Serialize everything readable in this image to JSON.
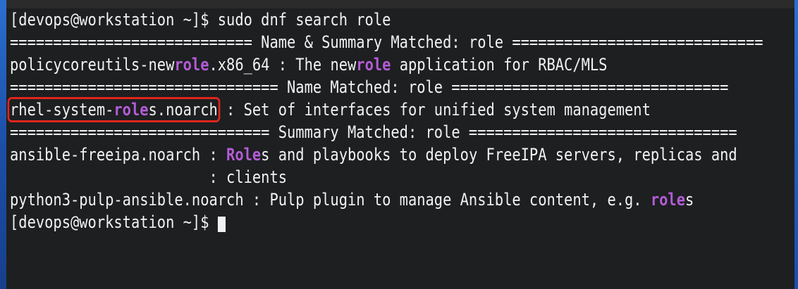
{
  "terminal": {
    "prompt": "[devops@workstation ~]$ ",
    "command": "sudo dnf search role",
    "header_name_summary": "============================ Name & Summary Matched: role =============================",
    "r1_pre": "policycoreutils-new",
    "r1_hl": "role",
    "r1_mid": ".x86_64 : The new",
    "r1_hl2": "role",
    "r1_post": " application for RBAC/MLS",
    "header_name": "=============================== Name Matched: role ================================",
    "r2_pre": "rhel-system-",
    "r2_hl": "role",
    "r2_post": "s.noarch",
    "r2_desc": " : Set of interfaces for unified system management",
    "header_summary": "============================== Summary Matched: role ===============================",
    "r3_pre": "ansible-freeipa.noarch : ",
    "r3_hl": "Role",
    "r3_post": "s and playbooks to deploy FreeIPA servers, replicas and",
    "r3_cont": "                       : clients",
    "r4_pre": "python3-pulp-ansible.noarch : Pulp plugin to manage Ansible content, e.g. ",
    "r4_hl": "role",
    "r4_post": "s",
    "final_prompt": "[devops@workstation ~]$ "
  },
  "colors": {
    "background": "#1d1f21",
    "text": "#f2f2f2",
    "match_highlight": "#b45cd6",
    "annotation_box": "#e1251b"
  }
}
